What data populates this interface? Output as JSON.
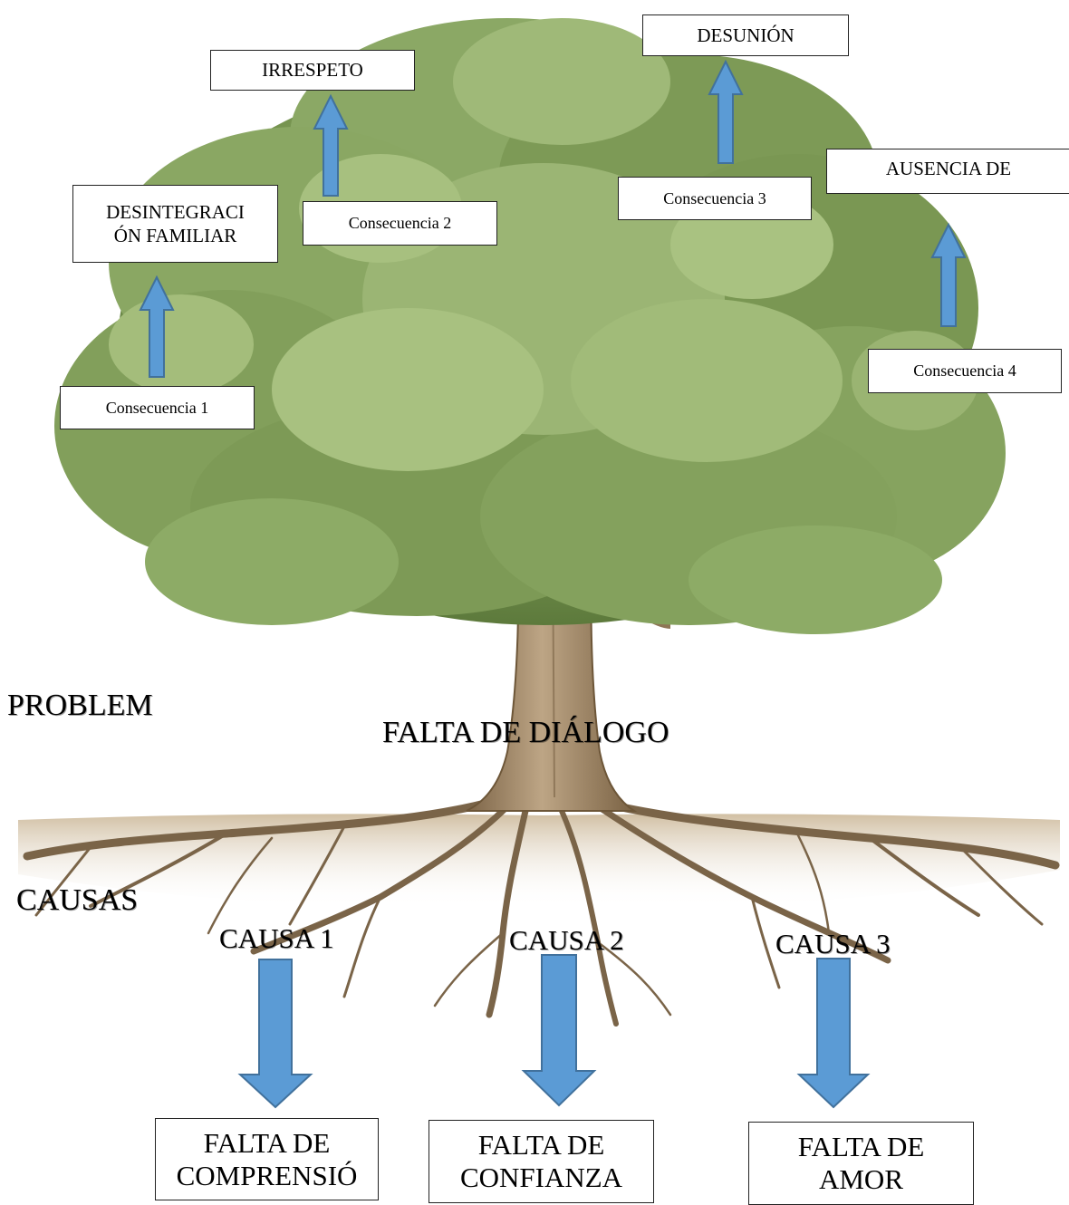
{
  "problem_label": "PROBLEM",
  "problem": "FALTA DE DIÁLOGO",
  "causes_label": "CAUSAS",
  "consequences": [
    {
      "label": "Consecuencia 1",
      "effect": "DESINTEGRACIÓN FAMILIAR",
      "effect_lines": [
        "DESINTEGRACI",
        "ÓN FAMILIAR"
      ]
    },
    {
      "label": "Consecuencia 2",
      "effect": "IRRESPETO",
      "effect_lines": [
        "IRRESPETO"
      ]
    },
    {
      "label": "Consecuencia 3",
      "effect": "DESUNIÓN",
      "effect_lines": [
        "DESUNIÓN"
      ]
    },
    {
      "label": "Consecuencia 4",
      "effect": "AUSENCIA DE",
      "effect_lines": [
        "AUSENCIA DE"
      ]
    }
  ],
  "causes": [
    {
      "label": "CAUSA 1",
      "box_lines": [
        "FALTA DE",
        "COMPRENSIÓ"
      ]
    },
    {
      "label": "CAUSA 2",
      "box_lines": [
        "FALTA DE",
        "CONFIANZA"
      ]
    },
    {
      "label": "CAUSA 3",
      "box_lines": [
        "FALTA DE",
        "AMOR"
      ]
    }
  ],
  "colors": {
    "arrow_fill": "#5b9bd5",
    "arrow_stroke": "#41719c",
    "foliage_dark": "#5f7d3f",
    "foliage_light": "#a3bd7a",
    "trunk": "#9c8463",
    "roots": "#7a6448",
    "soil": "#cdb99a"
  }
}
